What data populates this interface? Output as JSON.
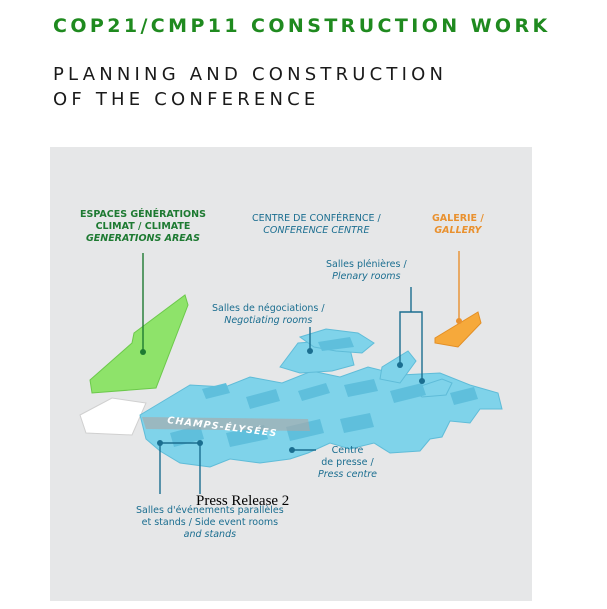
{
  "header": {
    "title": "COP21/CMP11 CONSTRUCTION WORK",
    "subtitle_line1": "PLANNING AND CONSTRUCTION",
    "subtitle_line2": "OF THE CONFERENCE"
  },
  "map": {
    "labels": {
      "generations_line1": "ESPACES GÉNÉRATIONS",
      "generations_line2": "CLIMAT / CLIMATE",
      "generations_line3": "GENERATIONS AREAS",
      "conference_line1": "CENTRE DE CONFÉRENCE /",
      "conference_line2": "CONFERENCE CENTRE",
      "gallery_line1": "GALERIE /",
      "gallery_line2": "GALLERY",
      "plenary_line1": "Salles plénières /",
      "plenary_line2": "Plenary rooms",
      "negotiating_line1": "Salles de négociations /",
      "negotiating_line2": "Negotiating rooms",
      "champs": "CHAMPS-ÉLYSÉES",
      "press_line1": "Centre",
      "press_line2": "de presse /",
      "press_line3": "Press centre",
      "side_line1": "Salles d'événements parallèles",
      "side_line2": "et stands / Side event rooms",
      "side_line3": "and stands"
    },
    "colors": {
      "background": "#e6e7e8",
      "generations": "#8ee36a",
      "conference": "#7fd3ea",
      "gallery": "#f6a93b",
      "label_green": "#1e7a32",
      "label_blue": "#1b6e90",
      "label_orange": "#e9912f"
    }
  },
  "overlay": {
    "caption": "Press Release 2"
  }
}
